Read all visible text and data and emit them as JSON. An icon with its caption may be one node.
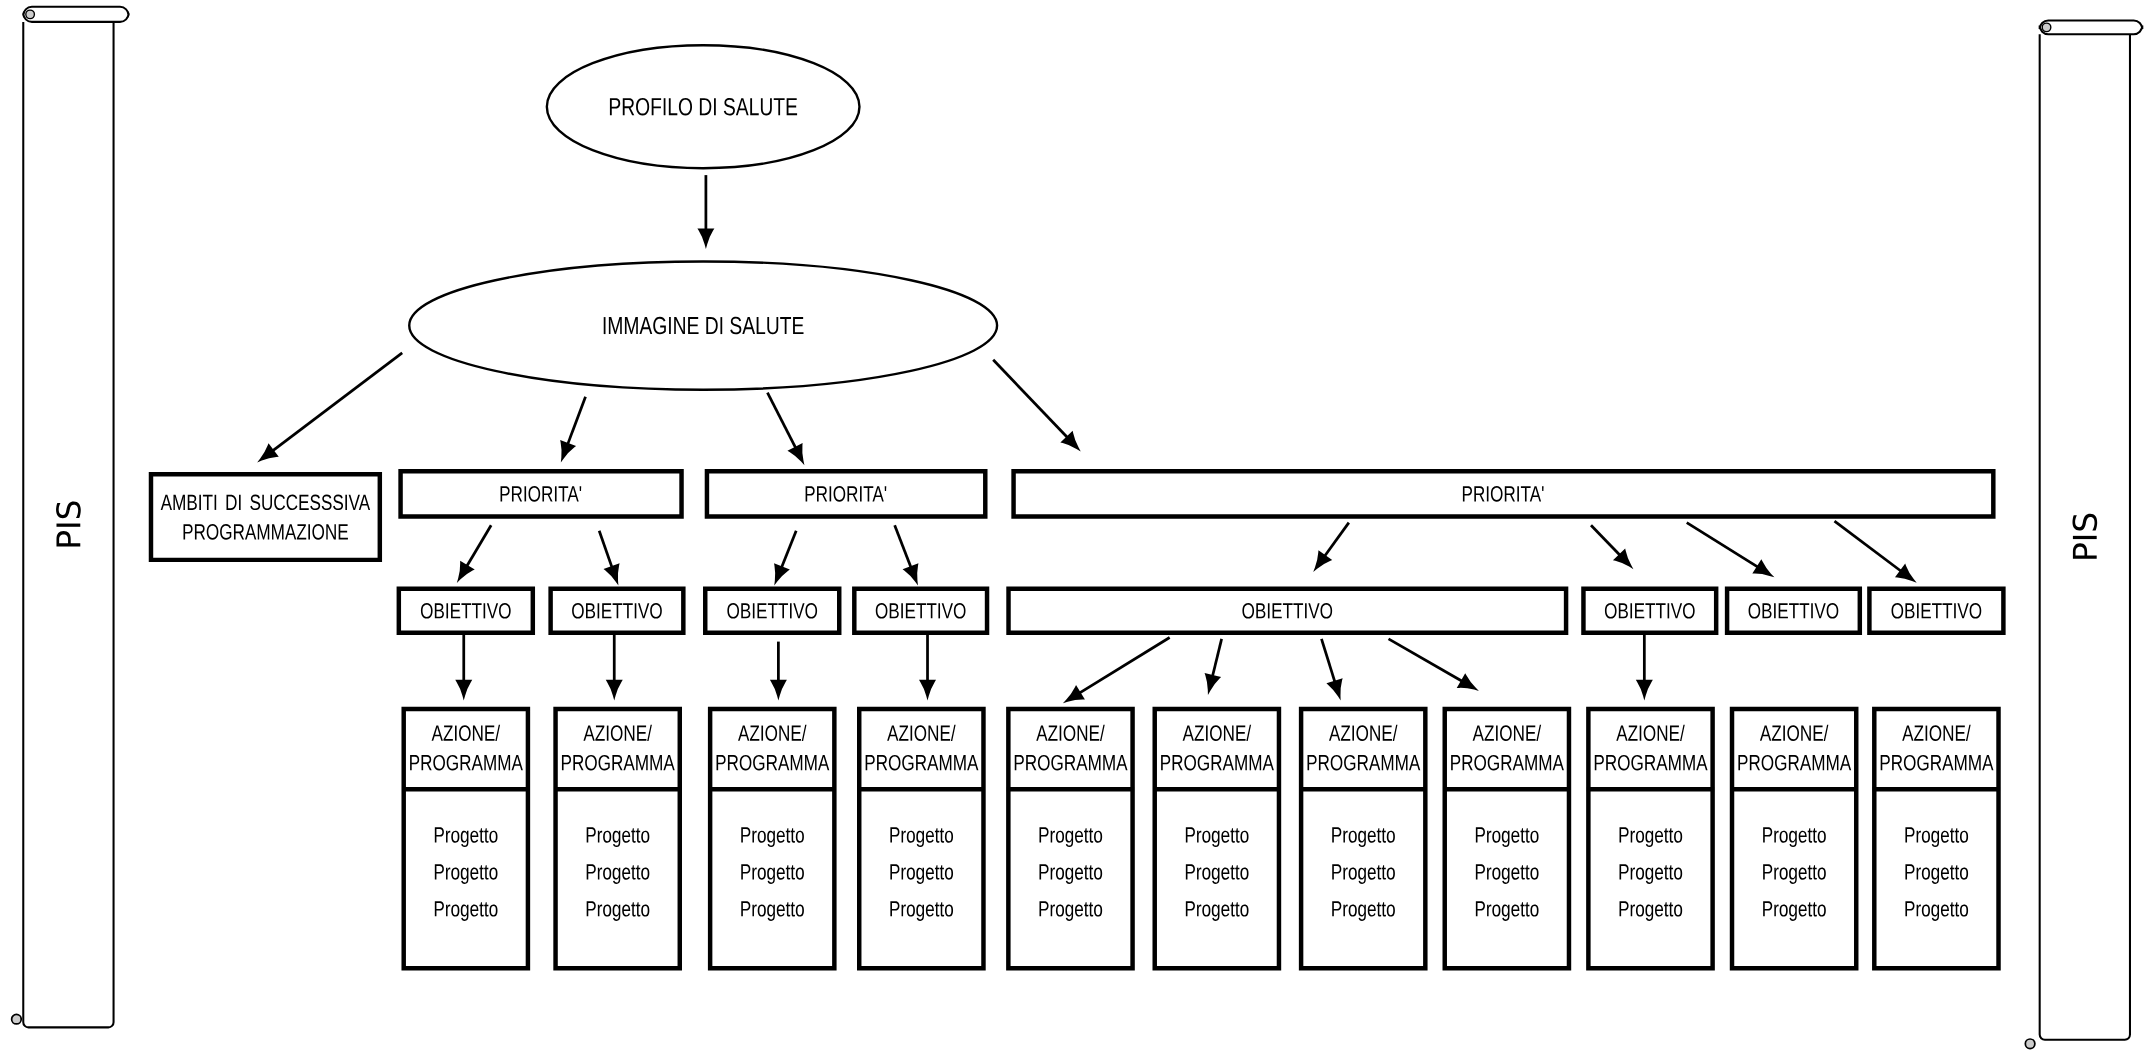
{
  "diagram": {
    "nodes": [
      {
        "text": [
          "PIS"
        ]
      },
      {
        "text": [
          "PROFILO DI SALUTE"
        ]
      },
      {
        "text": [
          "IMMAGINE DI SALUTE"
        ]
      },
      {
        "text": [
          "AMBITI DI SUCCESSSIVA PROGRAMMAZIONE"
        ]
      },
      {
        "text": [
          "PRIORITA'"
        ]
      },
      {
        "text": [
          "PRIORITA'"
        ]
      },
      {
        "text": [
          "PRIORITA'"
        ]
      },
      {
        "text": [
          "OBIETTIVO"
        ]
      },
      {
        "text": [
          "OBIETTIVO"
        ]
      },
      {
        "text": [
          "OBIETTIVO"
        ]
      },
      {
        "text": [
          "OBIETTIVO"
        ]
      },
      {
        "text": [
          "OBIETTIVO"
        ]
      },
      {
        "text": [
          "OBIETTIVO"
        ]
      },
      {
        "text": [
          "OBIETTIVO"
        ]
      },
      {
        "text": [
          "OBIETTIVO"
        ]
      },
      {
        "text": [
          "AZIONE/ PROGRAMMA",
          "Progetto",
          "Progetto",
          "Progetto"
        ]
      },
      {
        "text": [
          "AZIONE/ PROGRAMMA",
          "Progetto",
          "Progetto",
          "Progetto"
        ]
      },
      {
        "text": [
          "AZIONE/ PROGRAMMA",
          "Progetto",
          "Progetto",
          "Progetto"
        ]
      },
      {
        "text": [
          "AZIONE/ PROGRAMMA",
          "Progetto",
          "Progetto",
          "Progetto"
        ]
      },
      {
        "text": [
          "AZIONE/ PROGRAMMA",
          "Progetto",
          "Progetto",
          "Progetto"
        ]
      },
      {
        "text": [
          "AZIONE/ PROGRAMMA",
          "Progetto",
          "Progetto",
          "Progetto"
        ]
      },
      {
        "text": [
          "AZIONE/ PROGRAMMA",
          "Progetto",
          "Progetto",
          "Progetto"
        ]
      },
      {
        "text": [
          "AZIONE/ PROGRAMMA",
          "Progetto",
          "Progetto",
          "Progetto"
        ]
      },
      {
        "text": [
          "AZIONE/ PROGRAMMA",
          "Progetto",
          "Progetto",
          "Progetto"
        ]
      },
      {
        "text": [
          "AZIONE/ PROGRAMMA",
          "Progetto",
          "Progetto",
          "Progetto"
        ]
      },
      {
        "text": [
          "AZIONE/ PROGRAMMA",
          "Progetto",
          "Progetto",
          "Progetto"
        ]
      },
      {
        "text": [
          "PIS"
        ]
      }
    ],
    "edges": [
      {
        "from": 1,
        "to": 2,
        "arrow": "to"
      },
      {
        "from": 2,
        "to": 3,
        "arrow": "to"
      },
      {
        "from": 2,
        "to": 4,
        "arrow": "to"
      },
      {
        "from": 2,
        "to": 5,
        "arrow": "to"
      },
      {
        "from": 2,
        "to": 6,
        "arrow": "to"
      },
      {
        "from": 4,
        "to": 7,
        "arrow": "to"
      },
      {
        "from": 4,
        "to": 8,
        "arrow": "to"
      },
      {
        "from": 5,
        "to": 9,
        "arrow": "to"
      },
      {
        "from": 5,
        "to": 10,
        "arrow": "to"
      },
      {
        "from": 6,
        "to": 11,
        "arrow": "to"
      },
      {
        "from": 6,
        "to": 12,
        "arrow": "to"
      },
      {
        "from": 6,
        "to": 13,
        "arrow": "to"
      },
      {
        "from": 6,
        "to": 14,
        "arrow": "to"
      },
      {
        "from": 7,
        "to": 15,
        "arrow": "to"
      },
      {
        "from": 8,
        "to": 16,
        "arrow": "to"
      },
      {
        "from": 9,
        "to": 17,
        "arrow": "to"
      },
      {
        "from": 10,
        "to": 18,
        "arrow": "to"
      },
      {
        "from": 11,
        "to": 19,
        "arrow": "to"
      },
      {
        "from": 11,
        "to": 20,
        "arrow": "to"
      },
      {
        "from": 11,
        "to": 21,
        "arrow": "to"
      },
      {
        "from": 11,
        "to": 22,
        "arrow": "to"
      },
      {
        "from": 12,
        "to": 23,
        "arrow": "to"
      }
    ]
  }
}
